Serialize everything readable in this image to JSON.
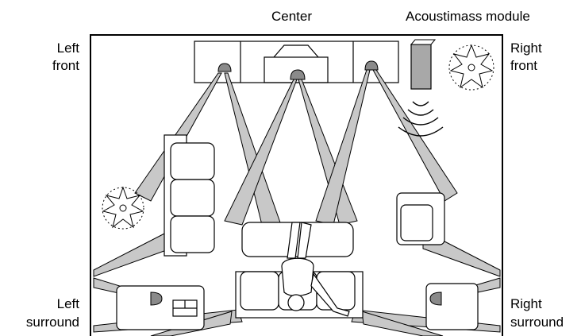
{
  "labels": {
    "center": "Center",
    "acoustimass": "Acoustimass module",
    "left_front_1": "Left",
    "left_front_2": "front",
    "right_front_1": "Right",
    "right_front_2": "front",
    "left_surround_1": "Left",
    "left_surround_2": "surround",
    "right_surround_1": "Right",
    "right_surround_2": "surround"
  },
  "colors": {
    "beam": "#c8c8c8",
    "speaker": "#8a8a8a",
    "line": "#000000"
  }
}
